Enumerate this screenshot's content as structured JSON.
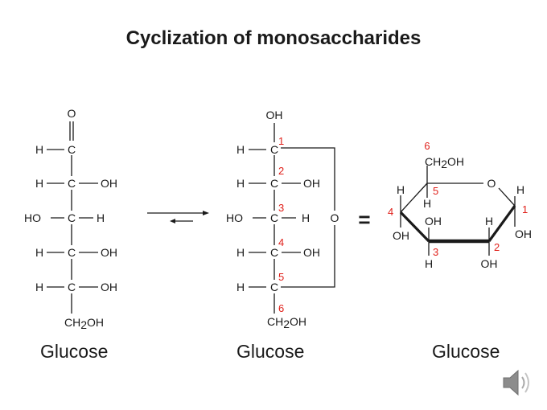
{
  "title": "Cyclization of monosaccharides",
  "captions": {
    "open_chain": "Glucose",
    "numbered_chain": "Glucose",
    "ring": "Glucose"
  },
  "atoms": {
    "O": "O",
    "H": "H",
    "C": "C",
    "OH": "OH",
    "HO": "HO",
    "CH2OH_main": "CH",
    "CH2OH_sub": "2",
    "CH2OH_tail": "OH"
  },
  "carbon_numbers": [
    "1",
    "2",
    "3",
    "4",
    "5",
    "6"
  ],
  "symbols": {
    "equals": "="
  },
  "colors": {
    "number_color": "#e0201a",
    "ink": "#1a1a1a"
  },
  "icons": {
    "audio": "speaker-icon"
  }
}
